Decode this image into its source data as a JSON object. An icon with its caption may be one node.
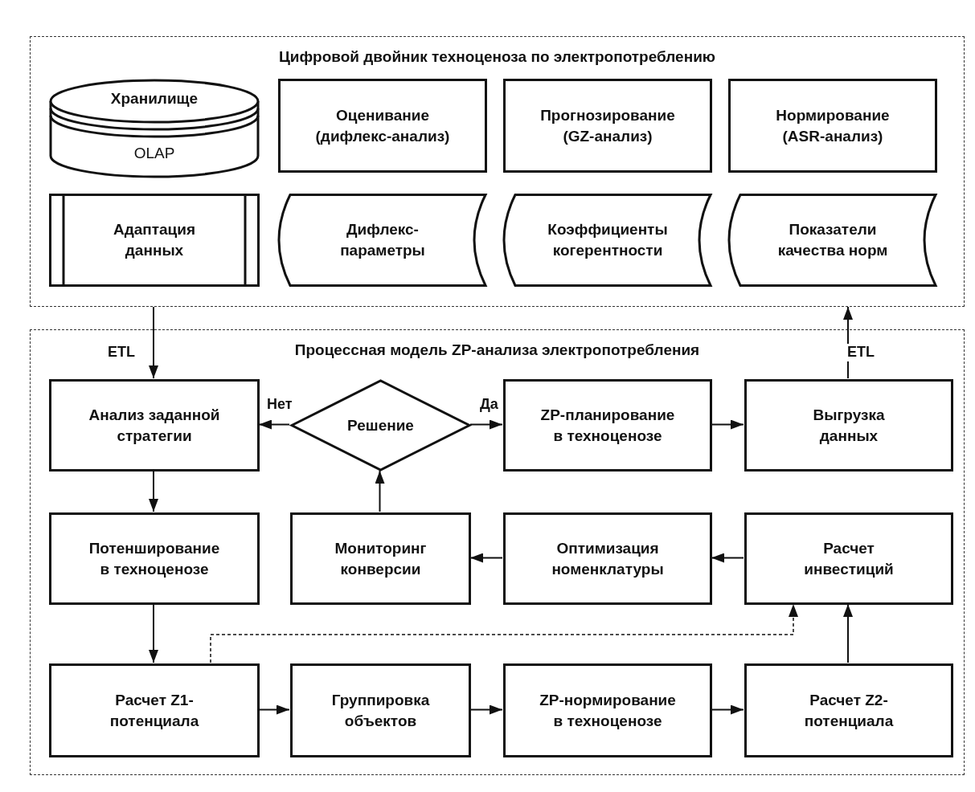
{
  "diagram": {
    "nodes": [
      {
        "text": [
          "Цифровой двойник техноценоза по электропотреблению"
        ]
      },
      {
        "text": [
          "Хранилище",
          "OLAP"
        ],
        "in": 0
      },
      {
        "text": [
          "Оценивание (дифлекс-анализ)"
        ],
        "in": 0
      },
      {
        "text": [
          "Прогнозирование (GZ-анализ)"
        ],
        "in": 0
      },
      {
        "text": [
          "Нормирование (ASR-анализ)"
        ],
        "in": 0
      },
      {
        "text": [
          "Адаптация данных"
        ],
        "in": 0
      },
      {
        "text": [
          "Дифлекс-параметры"
        ],
        "in": 0
      },
      {
        "text": [
          "Коэффициенты когерентности"
        ],
        "in": 0
      },
      {
        "text": [
          "Показатели качества норм"
        ],
        "in": 0
      },
      {
        "text": [
          "Процессная модель ZP-анализа электропотребления"
        ]
      },
      {
        "text": [
          "Анализ заданной стратегии"
        ],
        "in": 9
      },
      {
        "text": [
          "Решение"
        ],
        "in": 9
      },
      {
        "text": [
          "ZP-планирование в техноценозе"
        ],
        "in": 9
      },
      {
        "text": [
          "Выгрузка данных"
        ],
        "in": 9
      },
      {
        "text": [
          "Потенширование в техноценозе"
        ],
        "in": 9
      },
      {
        "text": [
          "Мониторинг конверсии"
        ],
        "in": 9
      },
      {
        "text": [
          "Оптимизация номенклатуры"
        ],
        "in": 9
      },
      {
        "text": [
          "Расчет инвестиций"
        ],
        "in": 9
      },
      {
        "text": [
          "Расчет Z1-потенциала"
        ],
        "in": 9
      },
      {
        "text": [
          "Группировка объектов"
        ],
        "in": 9
      },
      {
        "text": [
          "ZP-нормирование в техноценозе"
        ],
        "in": 9
      },
      {
        "text": [
          "Расчет Z2-потенциала"
        ],
        "in": 9
      }
    ],
    "edges": [
      {
        "from": 0,
        "to": 10,
        "arrow": "to",
        "label": "ETL"
      },
      {
        "from": 13,
        "to": 0,
        "arrow": "to",
        "label": "ETL"
      },
      {
        "from": 11,
        "to": 10,
        "arrow": "to",
        "label": "Нет"
      },
      {
        "from": 11,
        "to": 12,
        "arrow": "to",
        "label": "Да"
      },
      {
        "from": 12,
        "to": 13,
        "arrow": "to"
      },
      {
        "from": 10,
        "to": 14,
        "arrow": "to"
      },
      {
        "from": 14,
        "to": 18,
        "arrow": "to"
      },
      {
        "from": 18,
        "to": 19,
        "arrow": "to"
      },
      {
        "from": 19,
        "to": 20,
        "arrow": "to"
      },
      {
        "from": 20,
        "to": 21,
        "arrow": "to"
      },
      {
        "from": 21,
        "to": 17,
        "arrow": "to"
      },
      {
        "from": 17,
        "to": 16,
        "arrow": "to"
      },
      {
        "from": 16,
        "to": 15,
        "arrow": "to"
      },
      {
        "from": 15,
        "to": 11,
        "arrow": "to"
      },
      {
        "from": 18,
        "to": 17,
        "arrow": "to",
        "style": "dashed"
      }
    ]
  }
}
